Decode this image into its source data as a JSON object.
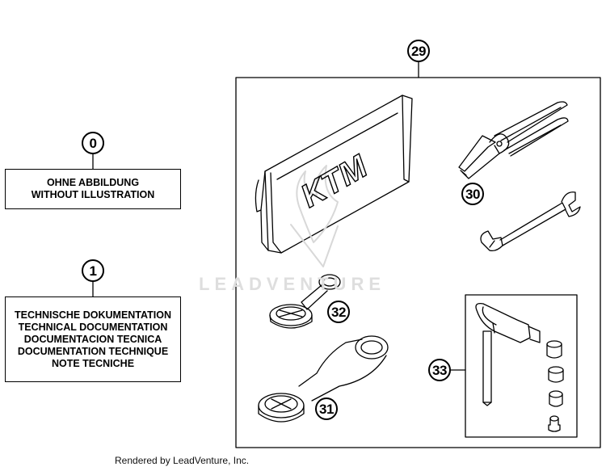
{
  "callouts": {
    "c0": "0",
    "c1": "1",
    "c29": "29",
    "c30": "30",
    "c31": "31",
    "c32": "32",
    "c33": "33"
  },
  "box0": {
    "lines": [
      "OHNE ABBILDUNG",
      "WITHOUT ILLUSTRATION"
    ]
  },
  "box1": {
    "lines": [
      "TECHNISCHE DOKUMENTATION",
      "TECHNICAL DOCUMENTATION",
      "DOCUMENTACION TECNICA",
      "DOCUMENTATION TECHNIQUE",
      "NOTE TECNICHE"
    ]
  },
  "pouch_logo": "KTM",
  "watermark": "LEADVENTURE",
  "footer": "Rendered by LeadVenture, Inc."
}
